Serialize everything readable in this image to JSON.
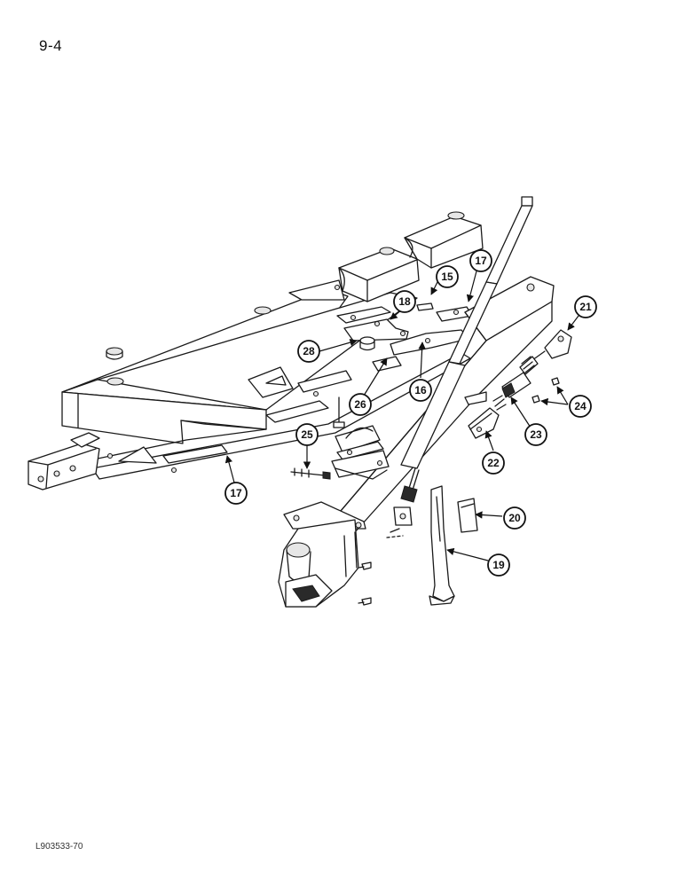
{
  "page": {
    "number": "9-4",
    "figure_code": "L903533-70"
  },
  "callouts": [
    "15",
    "16",
    "17",
    "17",
    "18",
    "19",
    "20",
    "21",
    "22",
    "23",
    "24",
    "25",
    "26",
    "28"
  ]
}
